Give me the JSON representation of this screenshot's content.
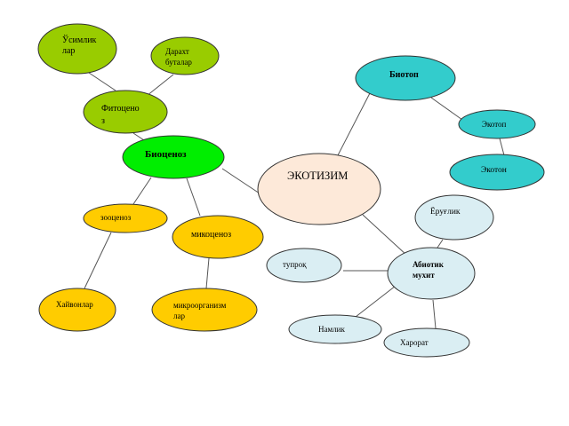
{
  "diagram": {
    "nodes": [
      {
        "id": "usimliklar",
        "lines": [
          "Ўсимлик",
          "лар"
        ],
        "fill": "#99cc00",
        "bold": false
      },
      {
        "id": "daraxt",
        "lines": [
          "Дарахт",
          "буталар"
        ],
        "fill": "#99cc00",
        "bold": false
      },
      {
        "id": "fitotsenoz",
        "lines": [
          "Фитоцено",
          "з"
        ],
        "fill": "#99cc00",
        "bold": false
      },
      {
        "id": "biotsenoz",
        "lines": [
          "Биоценоз"
        ],
        "fill": "#00ee00",
        "bold": true
      },
      {
        "id": "zootsenoz",
        "lines": [
          "зооценоз"
        ],
        "fill": "#ffcc00",
        "bold": false
      },
      {
        "id": "mikotsenoz",
        "lines": [
          "микоценоз"
        ],
        "fill": "#ffcc00",
        "bold": false
      },
      {
        "id": "hayvonlar",
        "lines": [
          "Хайвонлар"
        ],
        "fill": "#ffcc00",
        "bold": false
      },
      {
        "id": "mikroorganizmlar",
        "lines": [
          "микроорганизм",
          "лар"
        ],
        "fill": "#ffcc00",
        "bold": false
      },
      {
        "id": "ekotizim",
        "lines": [
          "ЭКОТИЗИМ"
        ],
        "fill": "#fde9d9",
        "bold": false
      },
      {
        "id": "biotop",
        "lines": [
          "Биотоп"
        ],
        "fill": "#33cccc",
        "bold": true
      },
      {
        "id": "ekotop",
        "lines": [
          "Экотоп"
        ],
        "fill": "#33cccc",
        "bold": false
      },
      {
        "id": "ekoton",
        "lines": [
          "Экотон"
        ],
        "fill": "#33cccc",
        "bold": false
      },
      {
        "id": "yoruglik",
        "lines": [
          "Ёруғлик"
        ],
        "fill": "#daeef3",
        "bold": false
      },
      {
        "id": "abiotik",
        "lines": [
          "Абиотик",
          "мухит"
        ],
        "fill": "#daeef3",
        "bold": true
      },
      {
        "id": "tuproq",
        "lines": [
          "тупроқ"
        ],
        "fill": "#daeef3",
        "bold": false
      },
      {
        "id": "namlik",
        "lines": [
          "Намлик"
        ],
        "fill": "#daeef3",
        "bold": false
      },
      {
        "id": "harorat",
        "lines": [
          "Харорат"
        ],
        "fill": "#daeef3",
        "bold": false
      }
    ],
    "edges": [
      [
        "usimliklar",
        "fitotsenoz"
      ],
      [
        "daraxt",
        "fitotsenoz"
      ],
      [
        "fitotsenoz",
        "biotsenoz"
      ],
      [
        "biotsenoz",
        "zootsenoz"
      ],
      [
        "biotsenoz",
        "mikotsenoz"
      ],
      [
        "biotsenoz",
        "ekotizim"
      ],
      [
        "zootsenoz",
        "hayvonlar"
      ],
      [
        "mikotsenoz",
        "mikroorganizmlar"
      ],
      [
        "ekotizim",
        "biotop"
      ],
      [
        "biotop",
        "ekotop"
      ],
      [
        "ekotop",
        "ekoton"
      ],
      [
        "ekotizim",
        "abiotik"
      ],
      [
        "yoruglik",
        "abiotik"
      ],
      [
        "tuproq",
        "abiotik"
      ],
      [
        "namlik",
        "abiotik"
      ],
      [
        "harorat",
        "abiotik"
      ]
    ]
  }
}
